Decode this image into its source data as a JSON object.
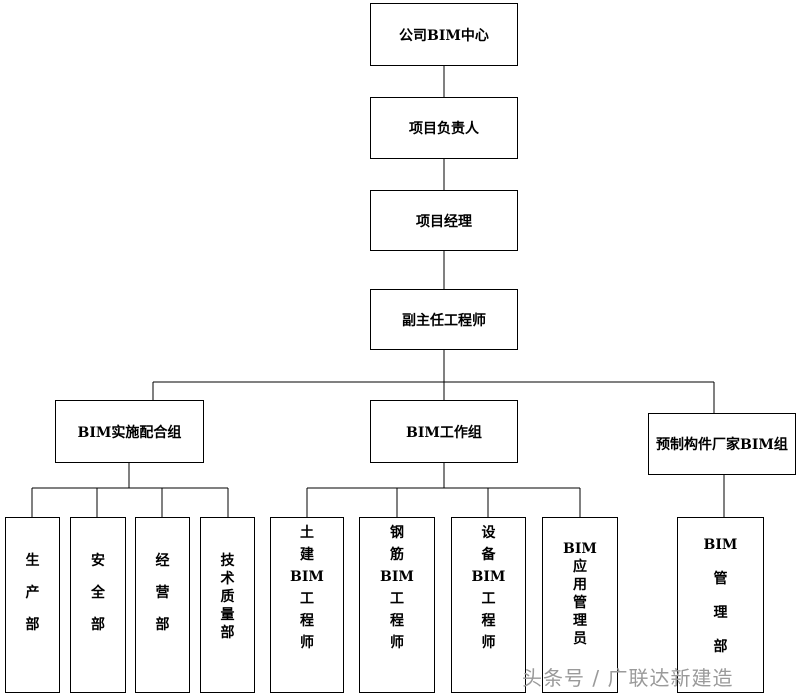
{
  "nodes": {
    "company_bim_center": "公司BIM中心",
    "project_leader": "项目负责人",
    "project_manager": "项目经理",
    "deputy_chief_engineer": "副主任工程师",
    "bim_implementation_group": "BIM实施配合组",
    "bim_working_group": "BIM工作组",
    "prefab_vendor_bim_group": "预制构件厂家BIM组"
  },
  "implementation_departments": [
    {
      "label": "生产部"
    },
    {
      "label": "安全部"
    },
    {
      "label": "经营部"
    },
    {
      "label": "技术质量部"
    }
  ],
  "working_group_roles": [
    {
      "label": "土建BIM工程师"
    },
    {
      "label": "钢筋BIM工程师"
    },
    {
      "label": "设备BIM工程师"
    },
    {
      "label": "BIM应用管理员"
    }
  ],
  "vendor_department": {
    "label": "BIM管理部"
  },
  "watermark": "头条号 / 广联达新建造"
}
